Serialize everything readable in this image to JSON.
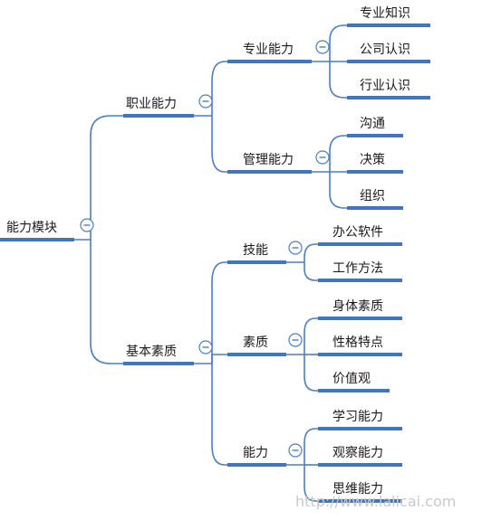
{
  "root": {
    "label": "能力模块",
    "children": [
      {
        "label": "职业能力",
        "children": [
          {
            "label": "专业能力",
            "children": [
              "专业知识",
              "公司认识",
              "行业认识"
            ]
          },
          {
            "label": "管理能力",
            "children": [
              "沟通",
              "决策",
              "组织"
            ]
          }
        ]
      },
      {
        "label": "基本素质",
        "children": [
          {
            "label": "技能",
            "children": [
              "办公软件",
              "工作方法"
            ]
          },
          {
            "label": "素质",
            "children": [
              "身体素质",
              "性格特点",
              "价值观"
            ]
          },
          {
            "label": "能力",
            "children": [
              "学习能力",
              "观察能力",
              "思维能力"
            ]
          }
        ]
      }
    ]
  },
  "watermark": "http://www.lalicai.com",
  "colors": {
    "line": "#4a7fc1",
    "bar": "#3f76bd",
    "text": "#1a1a1a"
  }
}
